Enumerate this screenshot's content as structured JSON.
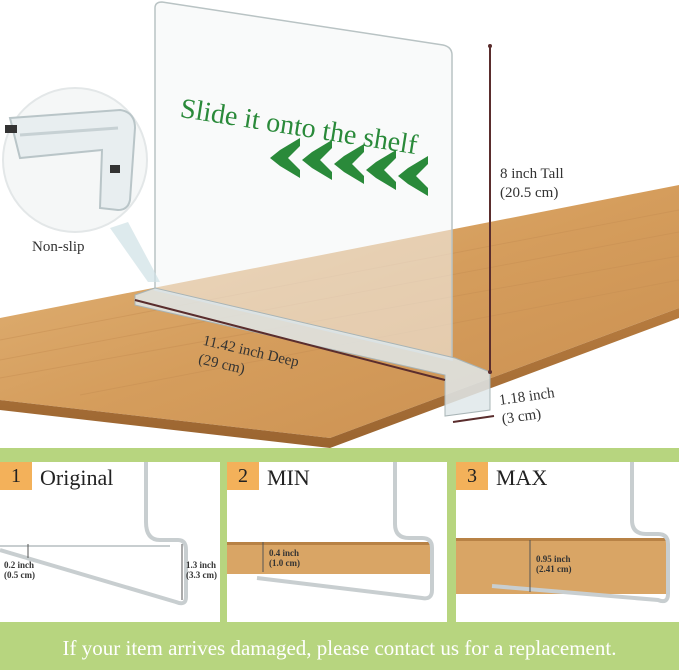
{
  "hero": {
    "slide_text": "Slide it onto the shelf",
    "tall_label": "8 inch Tall",
    "tall_metric": "(20.5 cm)",
    "deep_label": "11.42 inch Deep",
    "deep_metric": "(29 cm)",
    "width_label": "1.18 inch",
    "width_metric": "(3 cm)",
    "nonslip_label": "Non-slip"
  },
  "panels": [
    {
      "number": "1",
      "title": "Original",
      "m1": "0.2 inch",
      "m1b": "(0.5 cm)",
      "m2": "1.3 inch",
      "m2b": "(3.3 cm)"
    },
    {
      "number": "2",
      "title": "MIN",
      "m1": "0.4 inch",
      "m1b": "(1.0 cm)"
    },
    {
      "number": "3",
      "title": "MAX",
      "m1": "0.95 inch",
      "m1b": "(2.41 cm)"
    }
  ],
  "footer": {
    "text": "If your item arrives damaged, please contact us for a replacement."
  },
  "colors": {
    "green_banner": "#b7d57f",
    "badge": "#f3b15a",
    "arrow_green": "#2a8a3a",
    "wood": "#d9a565"
  }
}
